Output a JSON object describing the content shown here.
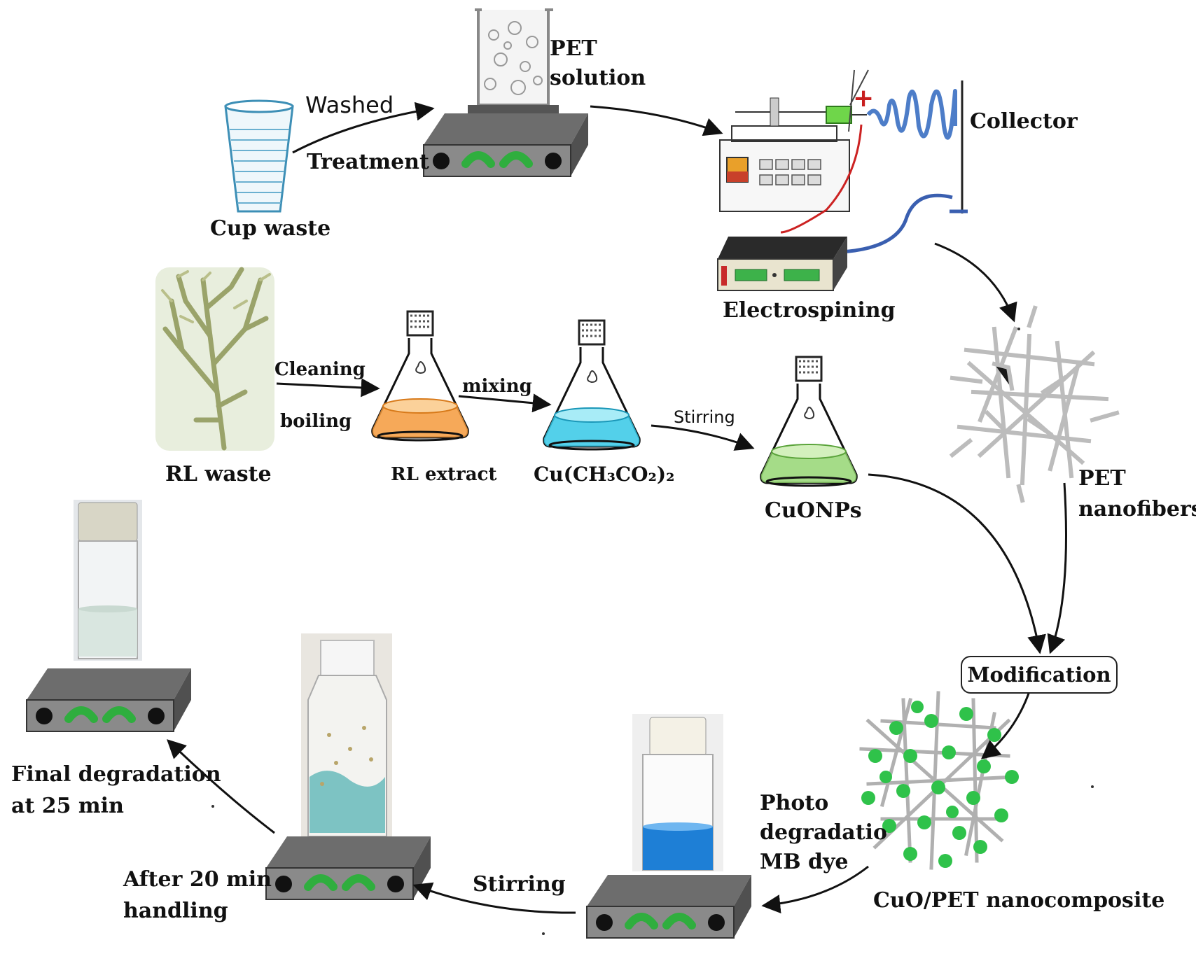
{
  "labels": {
    "cup_waste": "Cup waste",
    "washed": "Washed",
    "treatment": "Treatment",
    "pet_solution_1": "PET",
    "pet_solution_2": "solution",
    "collector": "Collector",
    "electrospining": "Electrospining",
    "cleaning": "Cleaning",
    "boiling": "boiling",
    "rl_waste": "RL waste",
    "mixing": "mixing",
    "rl_extract": "RL extract",
    "cu_acetate": "Cu(CH₃CO₂)₂",
    "stirring_top": "Stirring",
    "cuonps": "CuONPs",
    "pet_nanofibers_1": "PET",
    "pet_nanofibers_2": "nanofibers",
    "modification": "Modification",
    "cuo_pet": "CuO/PET nanocomposite",
    "photo_1": "Photo",
    "photo_2": "degradatio",
    "photo_3": "MB dye",
    "stirring_bottom": "Stirring",
    "after_1": "After 20 min",
    "after_2": "handling",
    "final_1": "Final degradation",
    "final_2": "at 25 min"
  },
  "icons": {
    "cup": "plastic-cup-icon",
    "beaker": "beaker-icon",
    "stirrer": "magnetic-stirrer-icon",
    "pump": "syringe-pump-icon",
    "power": "power-supply-icon",
    "plant": "plant-photo",
    "flask": "erlenmeyer-flask-icon",
    "fibers": "nanofiber-mesh-icon",
    "composite": "nanocomposite-icon",
    "vial": "vial-photo",
    "bottle": "bottle-photo"
  },
  "colors": {
    "rl_extract": "#f59a3c",
    "cu_acetate": "#35c8e6",
    "cuonps": "#8fd36a",
    "nanoparticle": "#2fc24a",
    "mb_dye": "#1e7fd6",
    "positive_wire": "#cc2222",
    "negative_wire": "#3a5fb0"
  }
}
